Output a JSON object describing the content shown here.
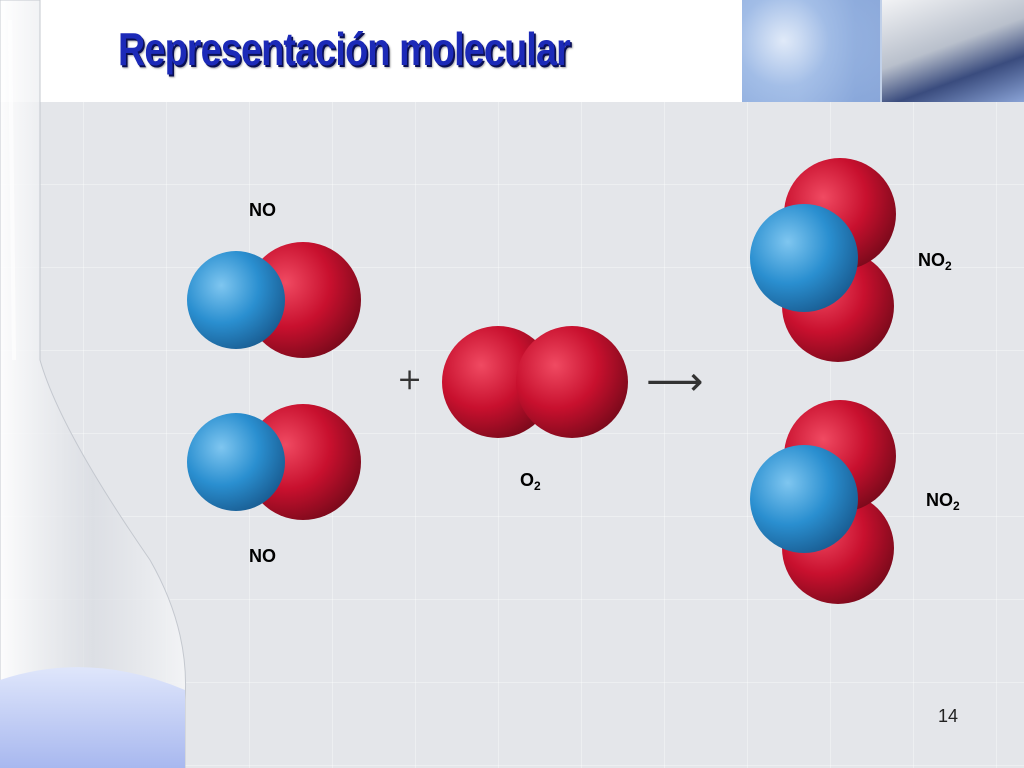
{
  "slide": {
    "title": "Representación molecular",
    "page_number": "14"
  },
  "diagram": {
    "reactant_1": {
      "label": "NO"
    },
    "reactant_2": {
      "label": "NO"
    },
    "reactant_3": {
      "formula": "O",
      "subscript": "2"
    },
    "product_1": {
      "formula": "NO",
      "subscript": "2"
    },
    "product_2": {
      "formula": "NO",
      "subscript": "2"
    },
    "plus_sign": "+",
    "arrow": "⟶"
  },
  "colors": {
    "title_blue": "#1c2ab8",
    "oxygen_red": "#c8102e",
    "nitrogen_blue": "#2a8fd0"
  }
}
